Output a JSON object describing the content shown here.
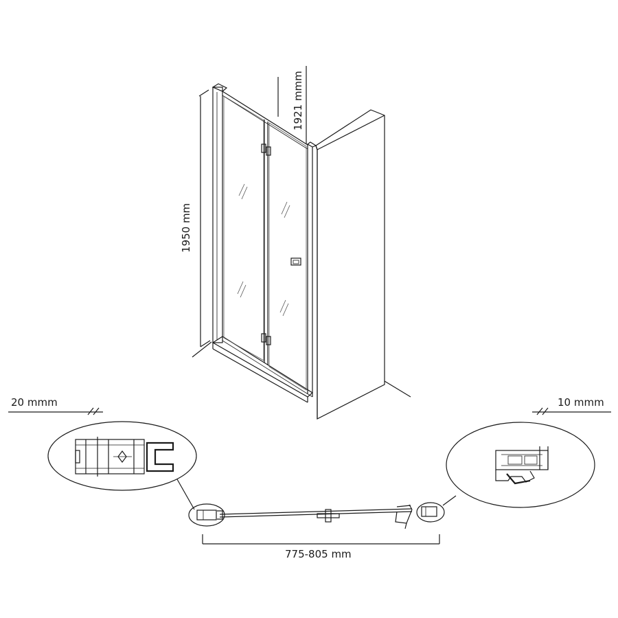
{
  "dimensions": {
    "height_total": "1950 mm",
    "height_glass": "1921 mmm",
    "wall_left": "20 mmm",
    "wall_right": "10 mmm",
    "width_range": "775-805 mm"
  },
  "colors": {
    "line": "#1a1a1a",
    "background": "#ffffff"
  }
}
